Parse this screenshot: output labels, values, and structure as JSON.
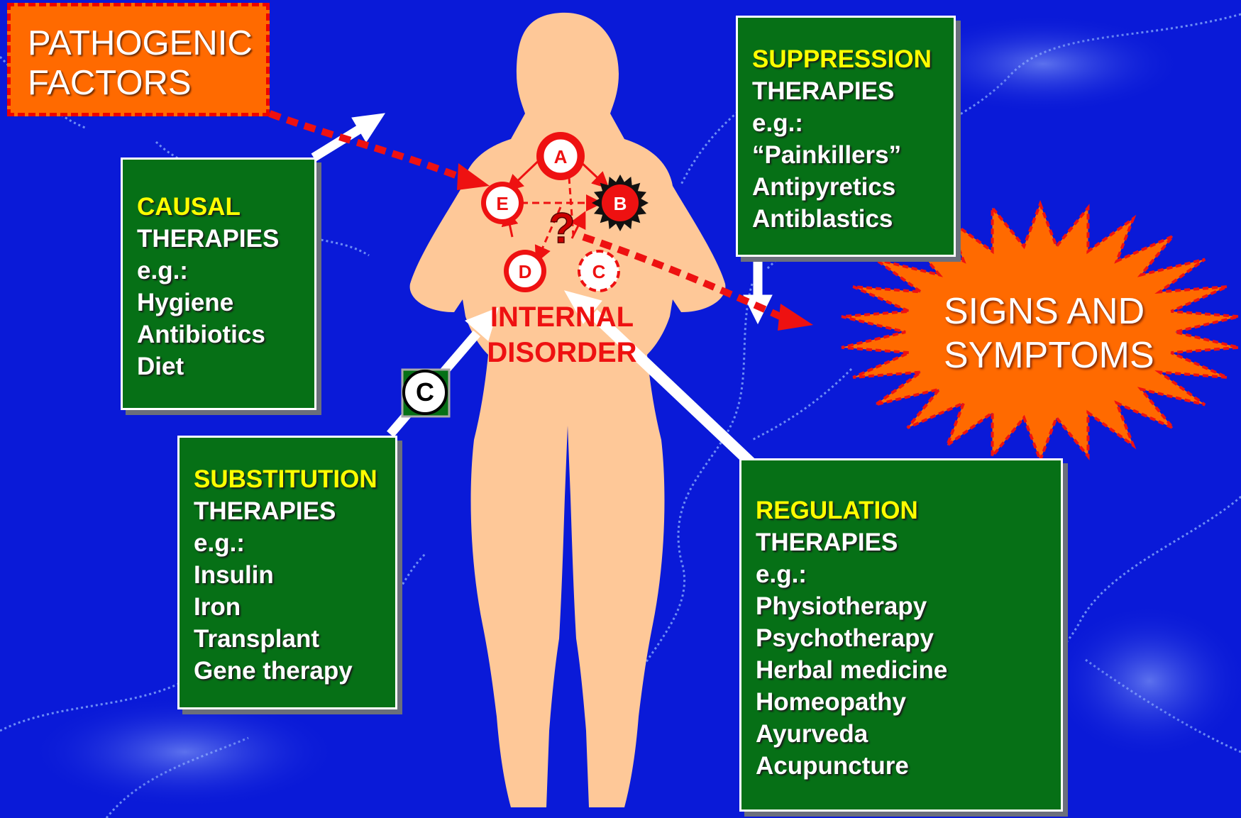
{
  "title_box": {
    "lines": [
      "PATHOGENIC",
      "FACTORS"
    ]
  },
  "body_label": {
    "lines": [
      "INTERNAL",
      "DISORDER"
    ]
  },
  "signs_label": {
    "lines": [
      "SIGNS AND",
      "SYMPTOMS"
    ]
  },
  "nodes": {
    "a": "A",
    "b": "B",
    "c": "C",
    "d": "D",
    "e": "E",
    "q": "?"
  },
  "badge": "C",
  "causal": {
    "title": "CAUSAL",
    "lines": [
      "THERAPIES",
      "e.g.:",
      "Hygiene",
      "Antibiotics",
      "Diet"
    ]
  },
  "suppression": {
    "title": "SUPPRESSION",
    "lines": [
      "THERAPIES",
      "e.g.:",
      "“Painkillers”",
      "Antipyretics",
      "Antiblastics"
    ]
  },
  "substitution": {
    "title": "SUBSTITUTION",
    "lines": [
      "THERAPIES",
      "e.g.:",
      "Insulin",
      "Iron",
      "Transplant",
      "Gene therapy"
    ]
  },
  "regulation": {
    "title": "REGULATION",
    "lines": [
      "THERAPIES",
      "e.g.:",
      "Physiotherapy",
      "Psychotherapy",
      "Herbal medicine",
      "Homeopathy",
      "Ayurveda",
      "Acupuncture"
    ]
  },
  "colors": {
    "background": "#0a1ad8",
    "box_green": "#067016",
    "title_yellow": "#ffff00",
    "orange": "#ff6a00",
    "red": "#ee1111",
    "skin": "#fec898"
  }
}
